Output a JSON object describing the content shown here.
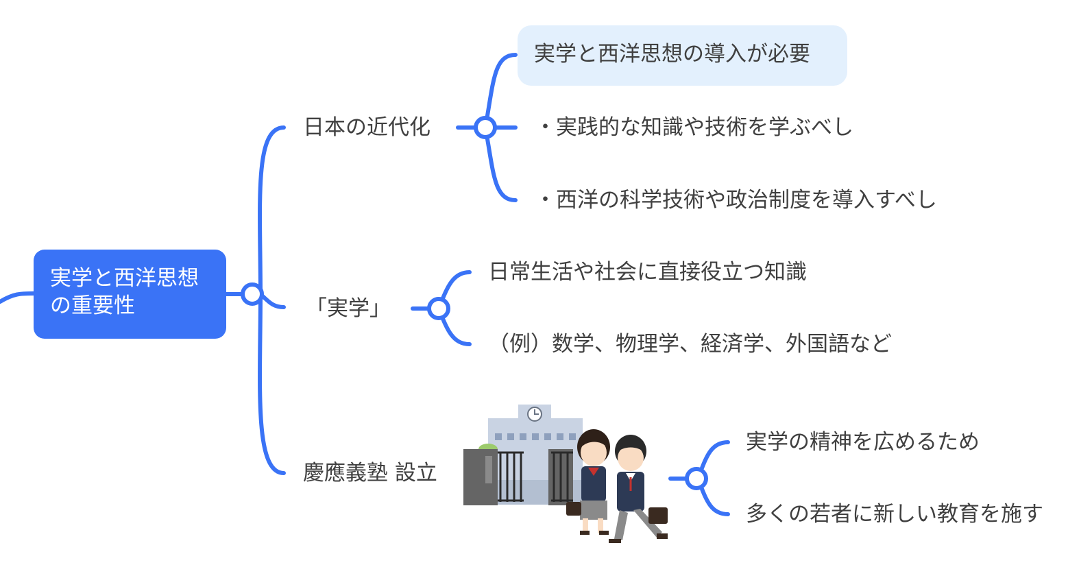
{
  "colors": {
    "connector": "#3a73f6",
    "root_fill": "#3a73f6",
    "highlight_fill": "#e3f0fd",
    "text": "#404040"
  },
  "root": {
    "line1": "実学と西洋思想",
    "line2": "の重要性"
  },
  "branches": [
    {
      "label": "日本の近代化",
      "children": [
        "実学と西洋思想の導入が必要",
        "・実践的な知識や技術を学ぶべし",
        "・西洋の科学技術や政治制度を導入すべし"
      ]
    },
    {
      "label": "「実学」",
      "children": [
        "日常生活や社会に直接役立つ知識",
        "（例）数学、物理学、経済学、外国語など"
      ]
    },
    {
      "label": "慶應義塾 設立",
      "illustration": "school-students-illustration",
      "children": [
        "実学の精神を広めるため",
        "多くの若者に新しい教育を施す"
      ]
    }
  ]
}
